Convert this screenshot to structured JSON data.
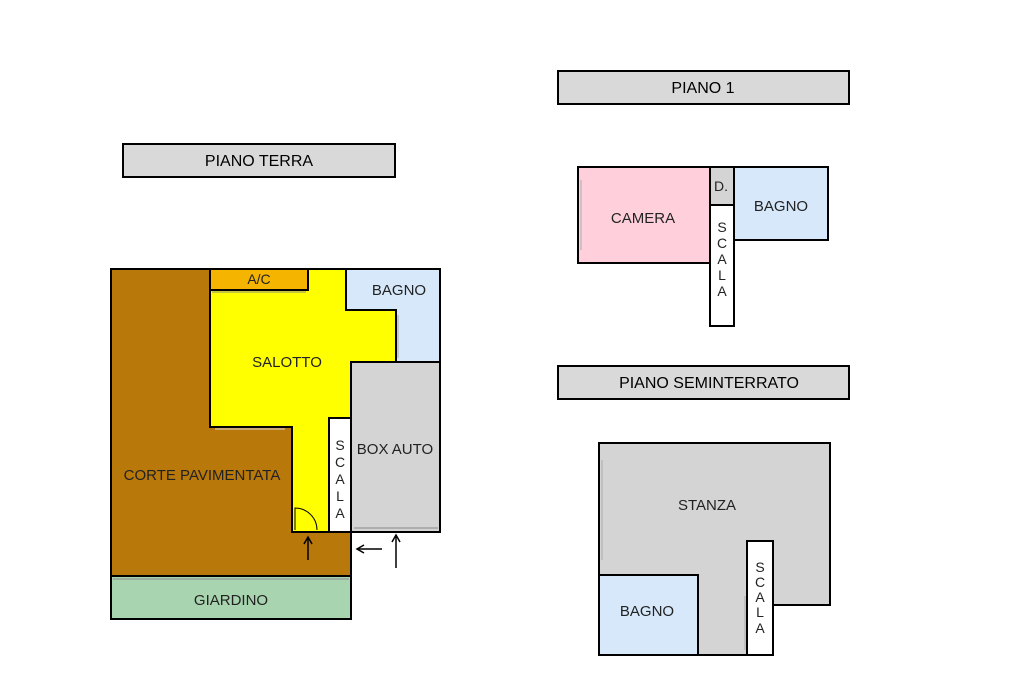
{
  "headers": {
    "ground": "PIANO TERRA",
    "first": "PIANO 1",
    "basement": "PIANO SEMINTERRATO"
  },
  "ground_floor": {
    "corte": "CORTE PAVIMENTATA",
    "salotto": "SALOTTO",
    "ac": "A/C",
    "bagno": "BAGNO",
    "box": "BOX AUTO",
    "giardino": "GIARDINO",
    "scala": [
      "S",
      "C",
      "A",
      "L",
      "A"
    ]
  },
  "first_floor": {
    "camera": "CAMERA",
    "d": "D.",
    "bagno": "BAGNO",
    "scala": [
      "S",
      "C",
      "A",
      "L",
      "A"
    ]
  },
  "basement_floor": {
    "stanza": "STANZA",
    "bagno": "BAGNO",
    "scala": [
      "S",
      "C",
      "A",
      "L",
      "A"
    ]
  },
  "colors": {
    "corte": "#b8780a",
    "salotto": "#ffff00",
    "ac": "#f5b400",
    "bagno": "#d6e8fa",
    "box": "#d4d4d4",
    "giardino": "#a8d5b0",
    "camera": "#ffd0dc",
    "header": "#d9d9d9"
  }
}
